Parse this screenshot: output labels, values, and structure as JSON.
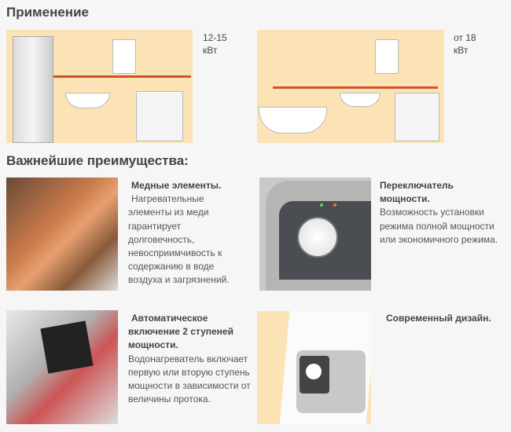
{
  "sections": {
    "application_title": "Применение",
    "benefits_title": "Важнейшие преимущества:"
  },
  "application": [
    {
      "power": "12-15",
      "unit": "кВт"
    },
    {
      "power": "от 18",
      "unit": "кВт"
    }
  ],
  "features": [
    {
      "title": "Медные элементы.",
      "text": "Нагревательные элементы из меди гарантирует долговечность, невосприимчивость к содержанию в воде воздуха и загрязнений."
    },
    {
      "title": "Переключатель мощности.",
      "text": "Возможность установки режима полной мощности или экономичного режима."
    },
    {
      "title": "Автоматическое включение 2 ступеней мощности.",
      "text": "Водонагреватель включает первую или вторую ступень мощности в зависимости от величины протока."
    },
    {
      "title": "Современный дизайн.",
      "text": ""
    }
  ]
}
